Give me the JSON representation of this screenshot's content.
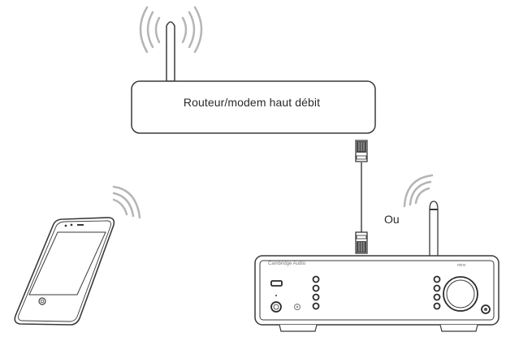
{
  "diagram": {
    "title": "",
    "router": {
      "label": "Routeur/modem haut débit",
      "icon": "wifi-router-icon"
    },
    "connection": {
      "type": "ethernet-cable",
      "alternative_label": "Ou"
    },
    "devices": [
      {
        "name": "smartphone",
        "icon": "smartphone-icon",
        "connection": "wifi"
      },
      {
        "name": "network-audio-player",
        "icon": "audio-streamer-icon",
        "connection": "wifi-or-ethernet",
        "brand": "Cambridge Audio",
        "model": "minx"
      }
    ],
    "colors": {
      "stroke": "#3a3a3a",
      "wifi_waves": "#b0b0b0",
      "background": "#ffffff"
    }
  }
}
